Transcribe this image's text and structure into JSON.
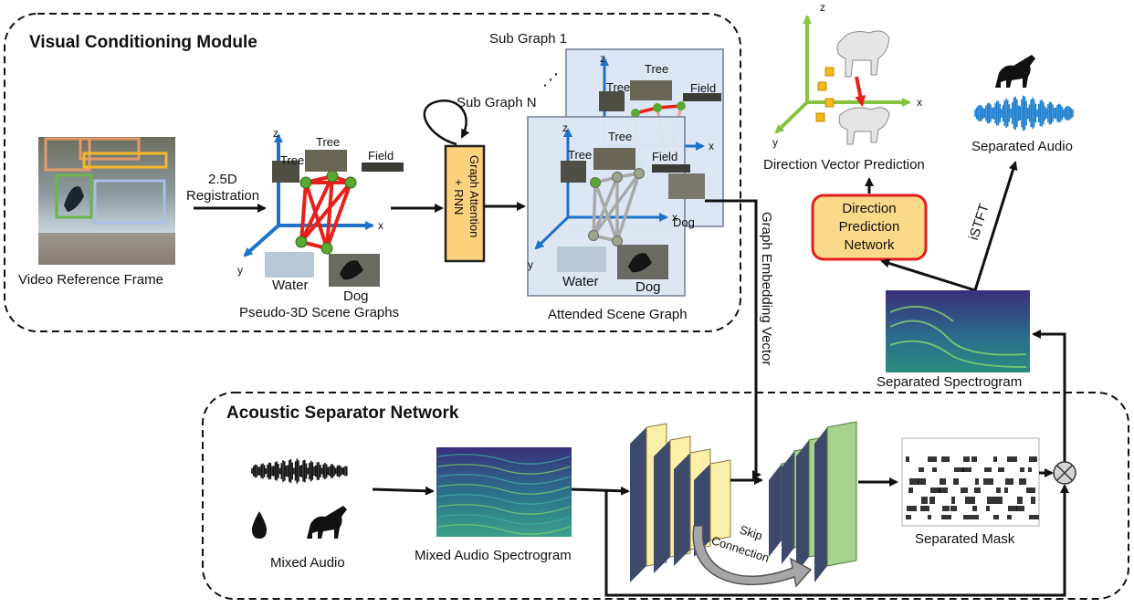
{
  "modules": {
    "visual_title": "Visual Conditioning Module",
    "acoustic_title": "Acoustic Separator Network"
  },
  "visual": {
    "video_label": "Video Reference Frame",
    "registration_label_1": "2.5D",
    "registration_label_2": "Registration",
    "scene_graphs_label": "Pseudo-3D Scene Graphs",
    "attention_label_1": "Graph Attention",
    "attention_label_2": "+ RNN",
    "sub_graph_1": "Sub Graph 1",
    "sub_graph_n": "Sub Graph N",
    "ellipsis": "⋰",
    "attended_label": "Attended Scene Graph",
    "node_tree": "Tree",
    "node_field": "Field",
    "node_water": "Water",
    "node_dog": "Dog",
    "axis_x": "x",
    "axis_y": "y",
    "axis_z": "z"
  },
  "embedding_label": "Graph Embedding Vector",
  "direction": {
    "network_label_1": "Direction",
    "network_label_2": "Prediction",
    "network_label_3": "Network",
    "prediction_label": "Direction Vector Prediction"
  },
  "output": {
    "istft_label": "iSTFT",
    "separated_audio_label": "Separated Audio",
    "separated_spectrogram_label": "Separated Spectrogram"
  },
  "acoustic": {
    "mixed_audio_label": "Mixed Audio",
    "mixed_spectrogram_label": "Mixed Audio Spectrogram",
    "skip_label_1": "Skip",
    "skip_label_2": "Connection",
    "mask_label": "Separated Mask"
  },
  "colors": {
    "red_edge": "#e8201b",
    "node_green": "#5aa832",
    "axis_blue": "#1e73c8",
    "axis_green": "#86c440",
    "attention_fill": "#fcd27e",
    "attention_stroke": "#222222",
    "subgraph_fill": "#dde6f4",
    "direction_fill": "#fbd98a",
    "direction_stroke": "#e41c1c",
    "encoder_fill": "#fbefa8",
    "decoder_fill": "#a9d18e",
    "layer_edge": "#3e4a6b",
    "spectrogram_dark": "#2a2060",
    "spectrogram_mid": "#2b8c7f",
    "spectrogram_light": "#8fe06a"
  }
}
